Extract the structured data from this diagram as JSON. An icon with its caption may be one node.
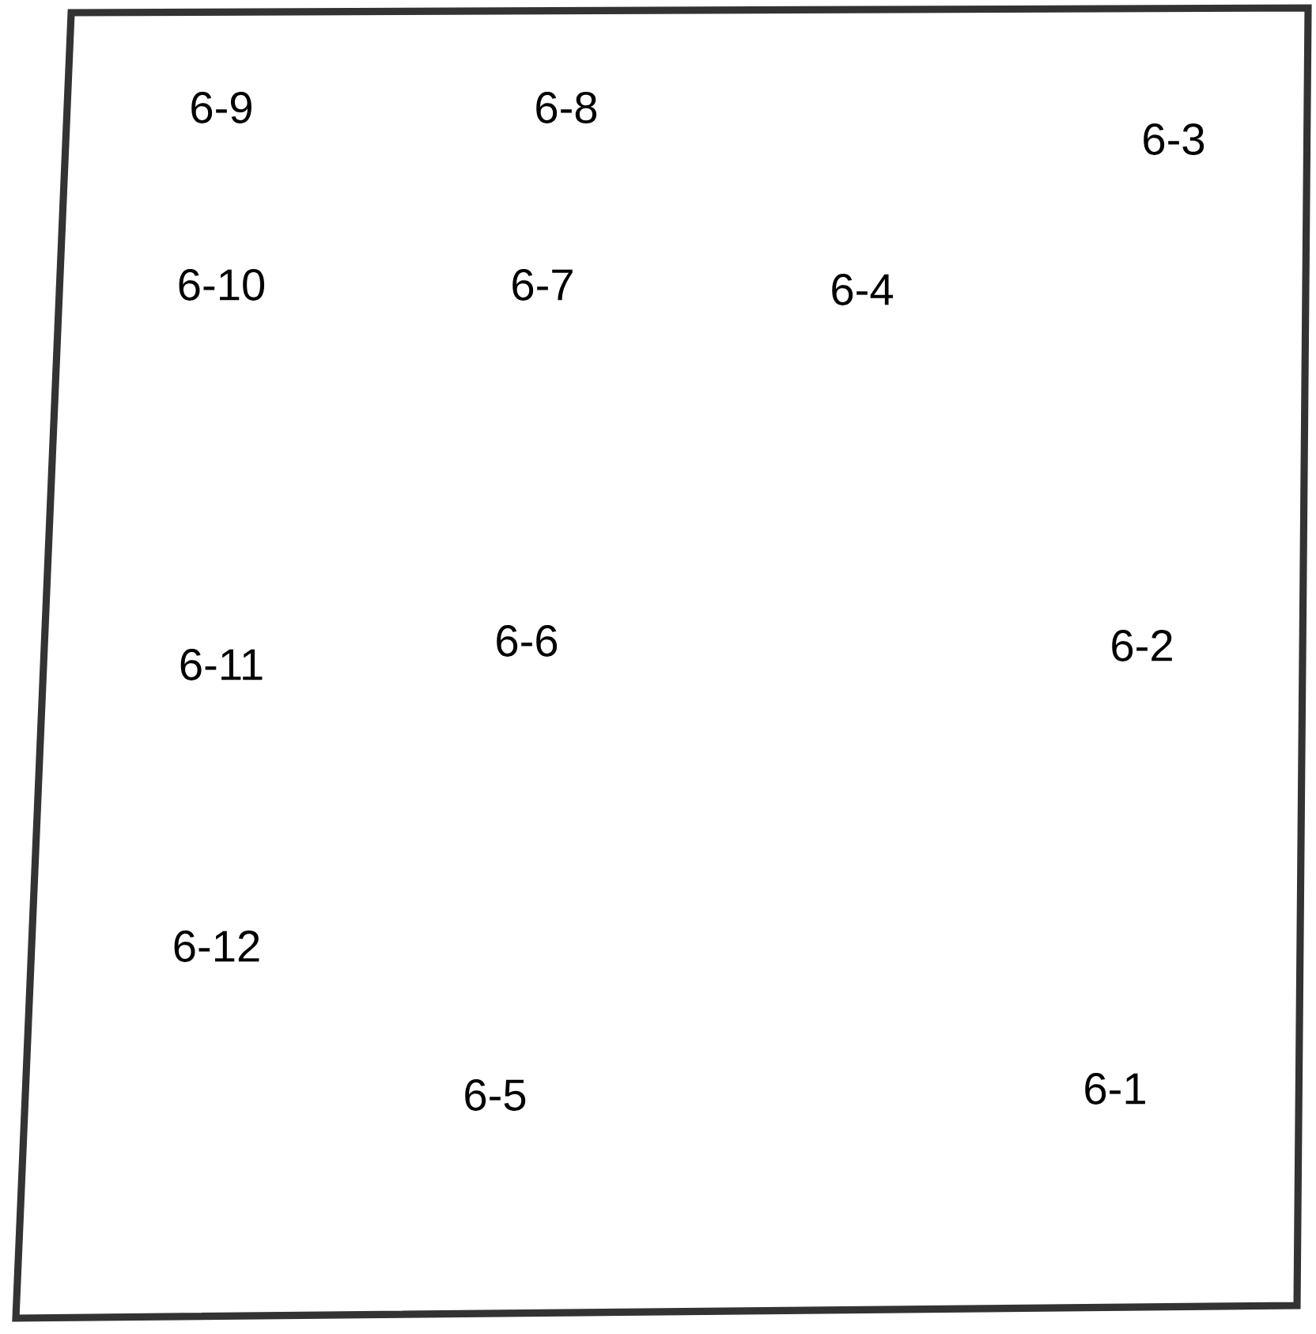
{
  "diagram": {
    "labels": [
      "6-9",
      "6-8",
      "6-3",
      "6-10",
      "6-7",
      "6-4",
      "6-11",
      "6-6",
      "6-2",
      "6-12",
      "6-5",
      "6-1"
    ]
  }
}
